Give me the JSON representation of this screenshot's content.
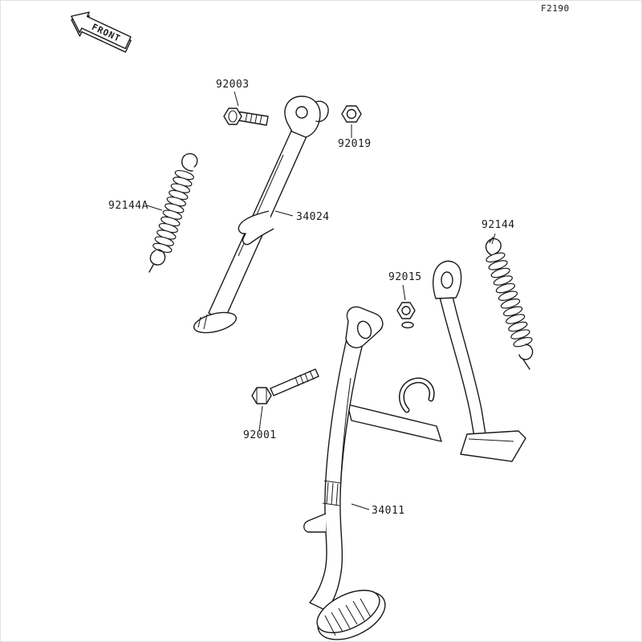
{
  "diagram": {
    "figure_code": "F2190",
    "front_label": "FRONT",
    "background": "#ffffff",
    "line_color": "#1a1a1a"
  },
  "parts": {
    "pivot_bolt": "92003",
    "pivot_nut": "92019",
    "side_stand_spring": "92144A",
    "side_stand": "34024",
    "center_stand_spring": "92144",
    "center_stand_nut": "92015",
    "center_stand_bolt": "92001",
    "center_stand": "34011"
  }
}
